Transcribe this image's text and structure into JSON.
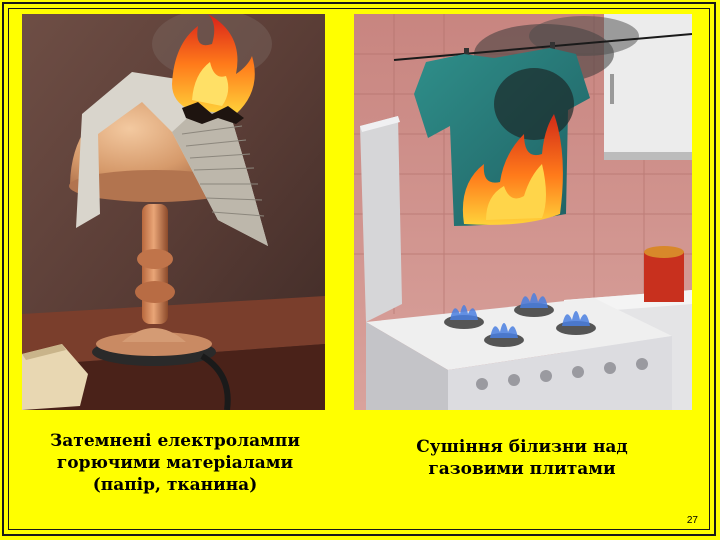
{
  "slide": {
    "background": "#ffff00",
    "page_number": "27"
  },
  "pictures": [
    {
      "id": "lamp-scene",
      "description_name": "table-lamp-covered-with-paper-burning"
    },
    {
      "id": "stove-scene",
      "description_name": "laundry-drying-over-gas-stove-burning"
    }
  ],
  "captions": {
    "left": {
      "lines": [
        "Затемнені електролампи",
        "горючими матеріалами",
        "(папір, тканина)"
      ]
    },
    "right": {
      "lines": [
        "Сушіння білизни над",
        "газовими плитами"
      ]
    }
  },
  "colors": {
    "flame_outer": "#e8361a",
    "flame_inner": "#ffb21e",
    "lamp_body": "#d99a6c",
    "shirt": "#2f8a86",
    "wall_left": "#5a3f38",
    "wall_right": "#c98a84",
    "stove": "#e6e6ea"
  }
}
